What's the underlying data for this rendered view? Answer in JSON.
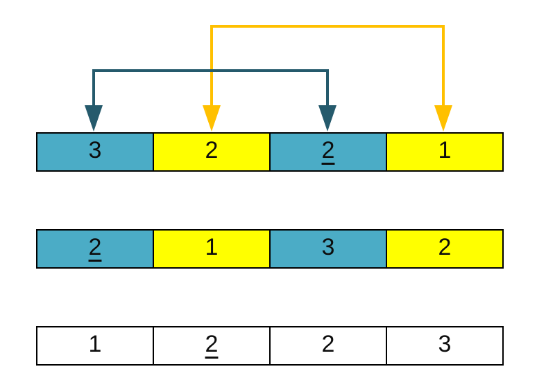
{
  "diagram": {
    "background": "#FFFFFF",
    "kind": "array-swap-diagram"
  },
  "colors": {
    "cell_teal": "#4BACC6",
    "cell_yellow": "#FFFF00",
    "cell_white": "#FFFFFF",
    "arrow_teal": "#255A6C",
    "arrow_orange": "#FFC000",
    "border": "#000000",
    "text": "#0D0D0D"
  },
  "rows": [
    {
      "name": "array-row-top",
      "cells": [
        {
          "value": "3",
          "bg": "#4BACC6",
          "decoration": "none"
        },
        {
          "value": "2",
          "bg": "#FFFF00",
          "decoration": "none"
        },
        {
          "value": "2",
          "bg": "#4BACC6",
          "decoration": "underline"
        },
        {
          "value": "1",
          "bg": "#FFFF00",
          "decoration": "none"
        }
      ]
    },
    {
      "name": "array-row-middle",
      "cells": [
        {
          "value": "2",
          "bg": "#4BACC6",
          "decoration": "underline"
        },
        {
          "value": "1",
          "bg": "#FFFF00",
          "decoration": "none"
        },
        {
          "value": "3",
          "bg": "#4BACC6",
          "decoration": "none"
        },
        {
          "value": "2",
          "bg": "#FFFF00",
          "decoration": "none"
        }
      ]
    },
    {
      "name": "array-row-bottom",
      "cells": [
        {
          "value": "1",
          "bg": "#FFFFFF",
          "decoration": "none"
        },
        {
          "value": "2",
          "bg": "#FFFFFF",
          "decoration": "underline"
        },
        {
          "value": "2",
          "bg": "#FFFFFF",
          "decoration": "none"
        },
        {
          "value": "3",
          "bg": "#FFFFFF",
          "decoration": "none"
        }
      ]
    }
  ],
  "arrows": [
    {
      "name": "teal-swap-arrow",
      "color": "#255A6C",
      "connects": "top-row-cell-1-and-cell-3"
    },
    {
      "name": "orange-swap-arrow",
      "color": "#FFC000",
      "connects": "top-row-cell-2-and-cell-4"
    }
  ]
}
